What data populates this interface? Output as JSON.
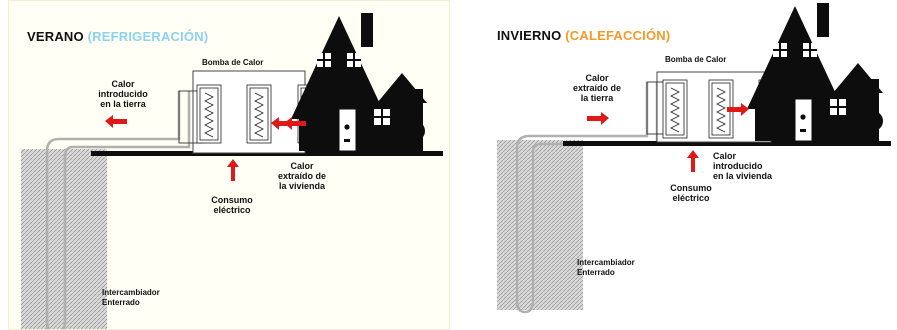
{
  "summer": {
    "title_main": "VERANO",
    "title_mode": "(REFRIGERACIÓN)",
    "pump_label": "Bomba de Calor",
    "heat_to_ground": "Calor\nintroducido\nen la tierra",
    "heat_from_home": "Calor\nextraído de\nla vivienda",
    "power": "Consumo\neléctrico",
    "exchanger": "Intercambiador\nEnterrado"
  },
  "winter": {
    "title_main": "INVIERNO",
    "title_mode": "(CALEFACCIÓN)",
    "pump_label": "Bomba de Calor",
    "heat_from_ground": "Calor\nextraído de\nla tierra",
    "heat_to_home": "Calor\nintroducido\nen la vivienda",
    "power": "Consumo\neléctrico",
    "exchanger": "Intercambiador\nEnterrado"
  },
  "colors": {
    "summer_accent": "#8cd3ee",
    "winter_accent": "#f39a28",
    "arrow": "#e01818",
    "house": "#0d0d0d"
  }
}
